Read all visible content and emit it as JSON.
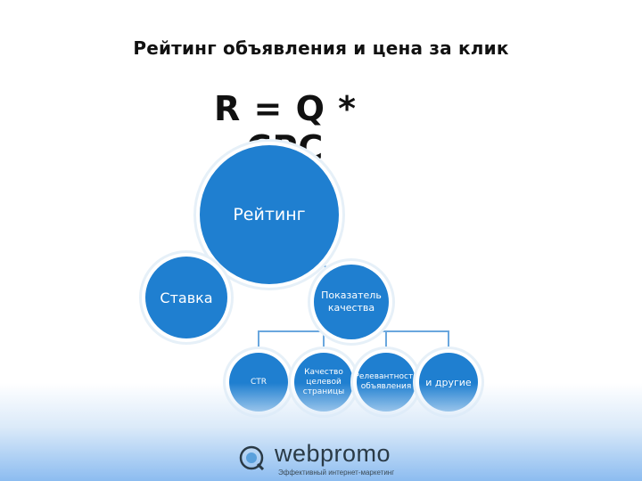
{
  "slide": {
    "title": "Рейтинг объявления и цена за клик",
    "formula": "R = Q * CPC"
  },
  "diagram": {
    "root": "Рейтинг",
    "level1": [
      "Ставка",
      "Показатель качества"
    ],
    "level2": [
      "CTR",
      "Качество целевой страницы",
      "Релевантность объявления",
      "и другие"
    ]
  },
  "footer": {
    "logo_name": "webpromo",
    "logo_tagline": "Эффективный интернет-маркетинг"
  },
  "colors": {
    "node": "#1f7fd0",
    "connector": "#6aa7de",
    "band": "#8cbcf0"
  }
}
